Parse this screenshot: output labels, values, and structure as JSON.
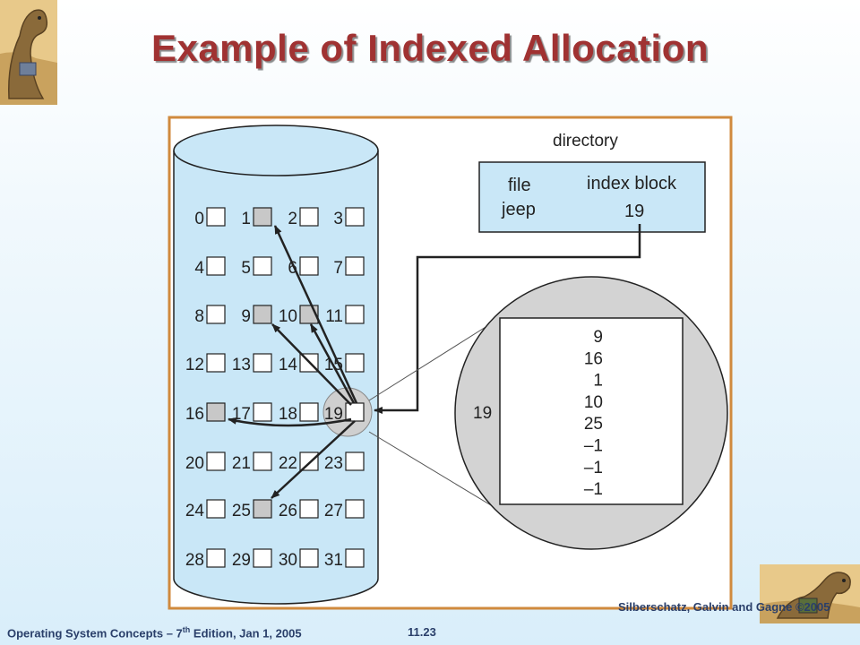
{
  "slide": {
    "title": "Example of Indexed Allocation",
    "footer_left_prefix": "Operating System Concepts – 7",
    "footer_left_sup": "th",
    "footer_left_suffix": " Edition, Jan 1, 2005",
    "page_number": "11.23",
    "footer_right": "Silberschatz, Galvin and Gagne ©2005"
  },
  "diagram": {
    "directory_label": "directory",
    "file_header": "file",
    "index_header": "index block",
    "file_name": "jeep",
    "index_block": "19",
    "block_numbers": [
      "0",
      "1",
      "2",
      "3",
      "4",
      "5",
      "6",
      "7",
      "8",
      "9",
      "10",
      "11",
      "12",
      "13",
      "14",
      "15",
      "16",
      "17",
      "18",
      "19",
      "20",
      "21",
      "22",
      "23",
      "24",
      "25",
      "26",
      "27",
      "28",
      "29",
      "30",
      "31"
    ],
    "filled_blocks": [
      1,
      9,
      10,
      16,
      25
    ],
    "zoom_label": "19",
    "index_entries": [
      "9",
      "16",
      "1",
      "10",
      "25",
      "–1",
      "–1",
      "–1"
    ],
    "colors": {
      "disk": "#c9e7f7",
      "filled_block": "#c8c8c8",
      "zoom_circle": "#d3d3d3",
      "frame": "#d08a3e",
      "title": "#a03232"
    }
  }
}
